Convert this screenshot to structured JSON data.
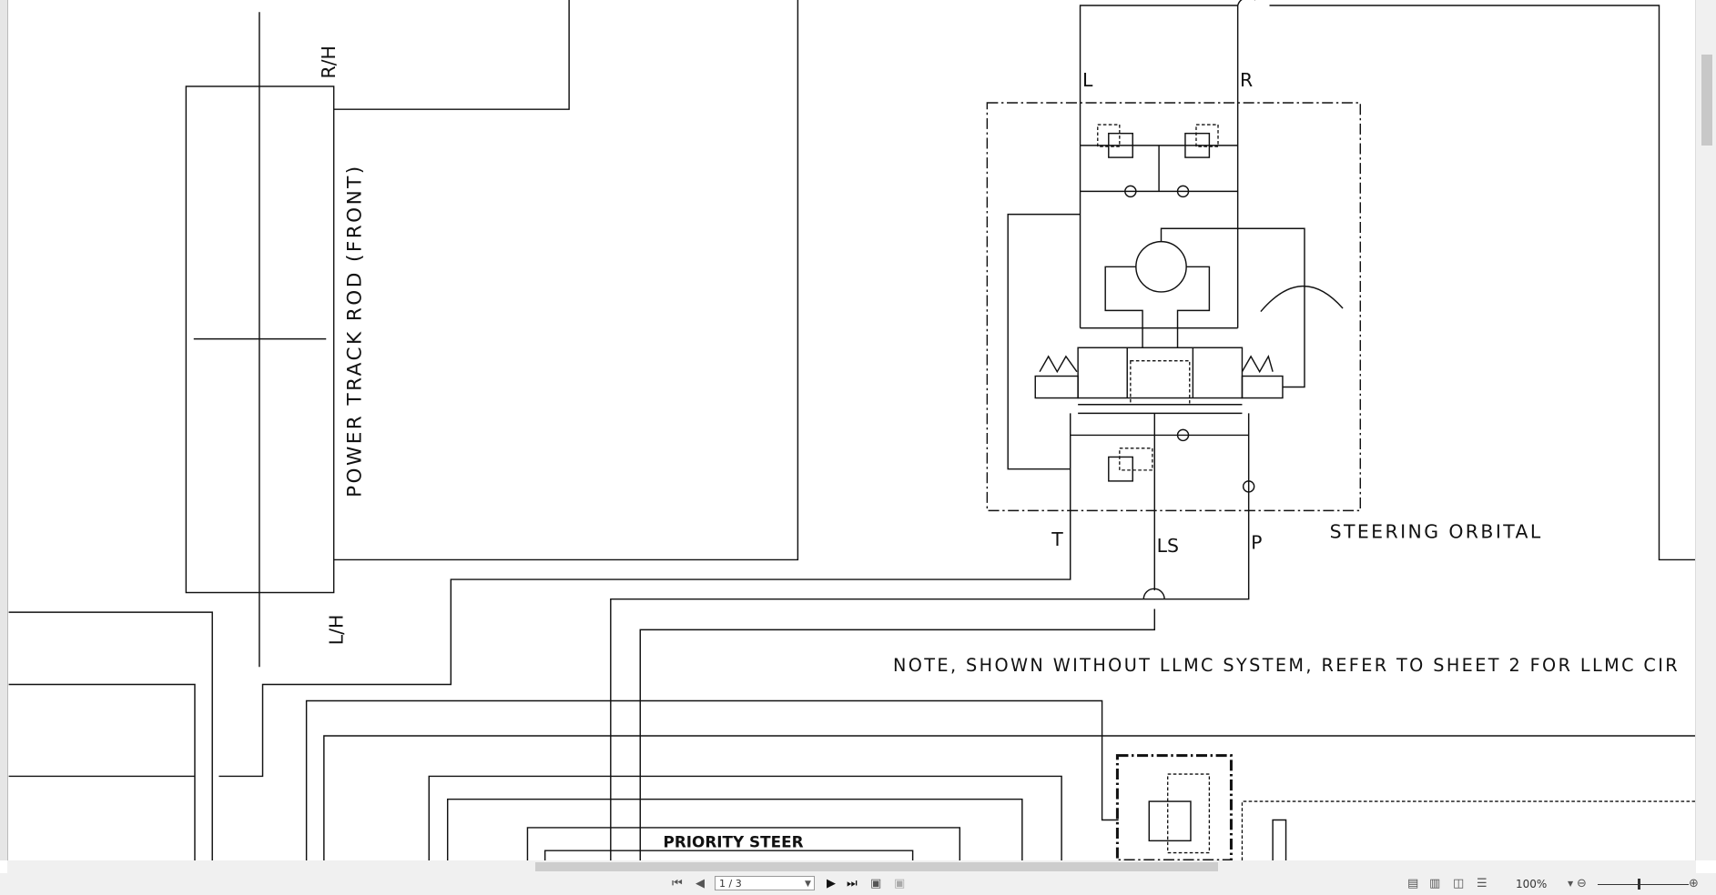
{
  "drawing": {
    "labels": {
      "rh": "R/H",
      "lh": "L/H",
      "track_rod": "POWER TRACK ROD (FRONT)",
      "port_l": "L",
      "port_r": "R",
      "port_t": "T",
      "port_ls": "LS",
      "port_p": "P",
      "steering_orbital": "STEERING ORBITAL",
      "note": "NOTE, SHOWN WITHOUT LLMC SYSTEM, REFER TO SHEET 2 FOR LLMC CIR",
      "priority_steer": "PRIORITY STEER"
    }
  },
  "toolbar": {
    "first_page_icon": "first-page-icon",
    "prev_page_icon": "prev-page-icon",
    "page_value": "1 / 3",
    "next_page_icon": "next-page-icon",
    "last_page_icon": "last-page-icon",
    "zoom_level": "100%",
    "zoom_minus": "⊖",
    "zoom_plus": "⊕"
  }
}
